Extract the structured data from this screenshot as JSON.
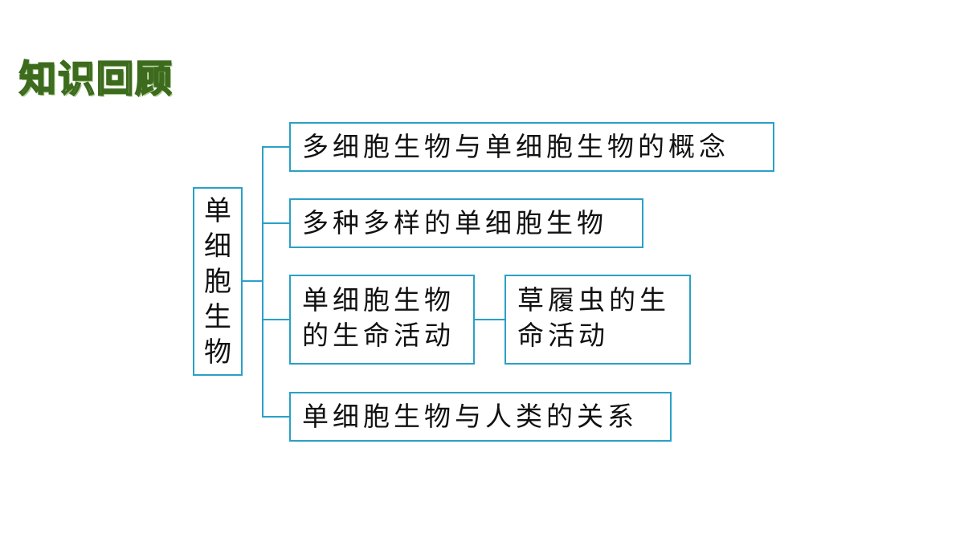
{
  "title": "知识回顾",
  "diagram": {
    "root": "单细胞生物",
    "branches": [
      "多细胞生物与单细胞生物的概念",
      "多种多样的单细胞生物",
      "单细胞生物的生命活动",
      "单细胞生物与人类的关系"
    ],
    "sub_branch": "草履虫的生命活动"
  },
  "colors": {
    "border": "#2aa0c7",
    "title_stroke": "#3d6b1e"
  }
}
